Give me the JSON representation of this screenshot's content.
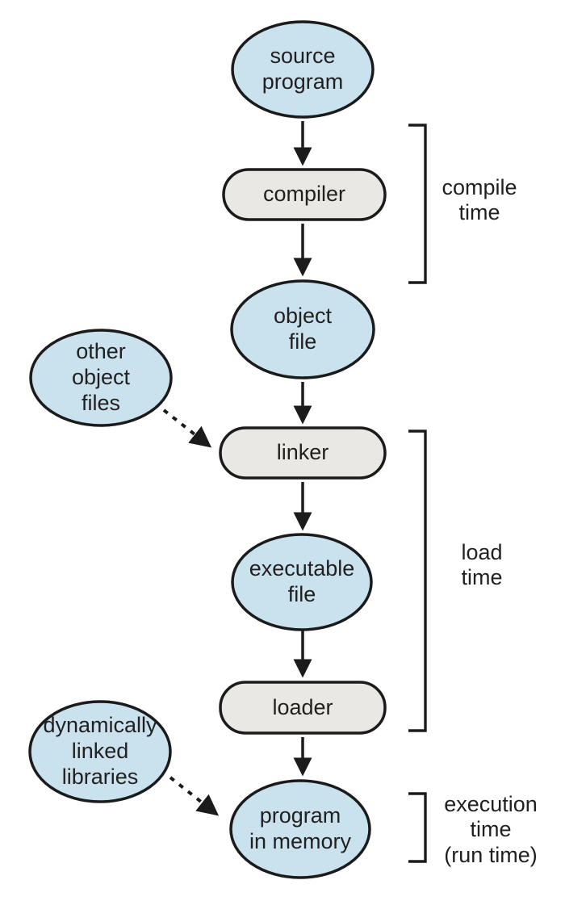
{
  "diagram": {
    "nodes": {
      "source_program": "source\nprogram",
      "compiler": "compiler",
      "object_file": "object\nfile",
      "other_object_files": "other\nobject\nfiles",
      "linker": "linker",
      "executable_file": "executable\nfile",
      "loader": "loader",
      "dynamically_linked_libraries": "dynamically\nlinked\nlibraries",
      "program_in_memory": "program\nin memory"
    },
    "phases": {
      "compile_time": "compile\ntime",
      "load_time": "load\ntime",
      "execution_time": "execution\ntime\n(run time)"
    },
    "edges": [
      {
        "from": "source_program",
        "to": "compiler",
        "style": "solid"
      },
      {
        "from": "compiler",
        "to": "object_file",
        "style": "solid"
      },
      {
        "from": "object_file",
        "to": "linker",
        "style": "solid"
      },
      {
        "from": "other_object_files",
        "to": "linker",
        "style": "dashed"
      },
      {
        "from": "linker",
        "to": "executable_file",
        "style": "solid"
      },
      {
        "from": "executable_file",
        "to": "loader",
        "style": "solid"
      },
      {
        "from": "loader",
        "to": "program_in_memory",
        "style": "solid"
      },
      {
        "from": "dynamically_linked_libraries",
        "to": "program_in_memory",
        "style": "dashed"
      }
    ],
    "colors": {
      "data_node_fill": "#c9e2ee",
      "process_node_fill": "#e9e8e4",
      "outline": "#1b1b1b",
      "text": "#221f20",
      "background": "#ffffff"
    }
  }
}
